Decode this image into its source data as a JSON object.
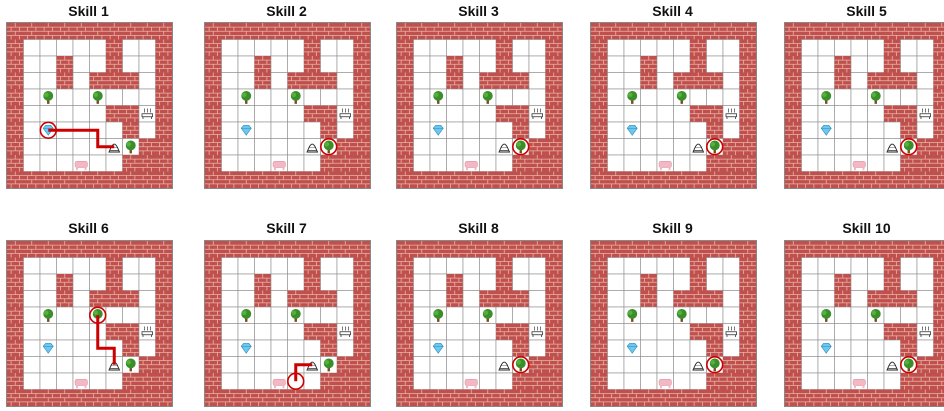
{
  "grid_legend": {
    "#": "brick wall",
    ".": "floor",
    "T": "tree",
    "D": "diamond",
    "W": "workbench",
    "A": "anvil / furnace",
    "P": "pig"
  },
  "colors": {
    "brick": "#c0504d",
    "mortar": "#e8b4a8",
    "grid_line": "#8c8c8c",
    "path": "#cc0000",
    "tree_canopy": "#3a8f2a",
    "diamond": "#6cc8f0",
    "pig": "#f4b8c4"
  },
  "map": [
    "##########",
    "#.....#..#",
    "#..#..#..#",
    "#..#.###.#",
    "#.T..T...#",
    "#.....##W#",
    "#.D....#.#",
    "#.....AT##",
    "#...P..###",
    "##########"
  ],
  "panels": [
    {
      "title": "Skill 1",
      "path": [
        [
          6,
          2
        ],
        [
          6,
          5
        ],
        [
          7,
          5
        ],
        [
          7,
          6
        ]
      ],
      "start": [
        6,
        2
      ]
    },
    {
      "title": "Skill 2",
      "path": [],
      "start": [
        7,
        7
      ]
    },
    {
      "title": "Skill 3",
      "path": [],
      "start": [
        7,
        7
      ]
    },
    {
      "title": "Skill 4",
      "path": [],
      "start": [
        7,
        7
      ]
    },
    {
      "title": "Skill 5",
      "path": [],
      "start": [
        7,
        7
      ]
    },
    {
      "title": "Skill 6",
      "path": [
        [
          4,
          5
        ],
        [
          6,
          5
        ],
        [
          6,
          6
        ],
        [
          7,
          6
        ]
      ],
      "start": [
        4,
        5
      ]
    },
    {
      "title": "Skill 7",
      "path": [
        [
          8,
          5
        ],
        [
          7,
          5
        ],
        [
          7,
          6
        ]
      ],
      "start": [
        8,
        5
      ]
    },
    {
      "title": "Skill 8",
      "path": [],
      "start": [
        7,
        7
      ]
    },
    {
      "title": "Skill 9",
      "path": [],
      "start": [
        7,
        7
      ]
    },
    {
      "title": "Skill 10",
      "path": [],
      "start": [
        7,
        7
      ]
    }
  ]
}
